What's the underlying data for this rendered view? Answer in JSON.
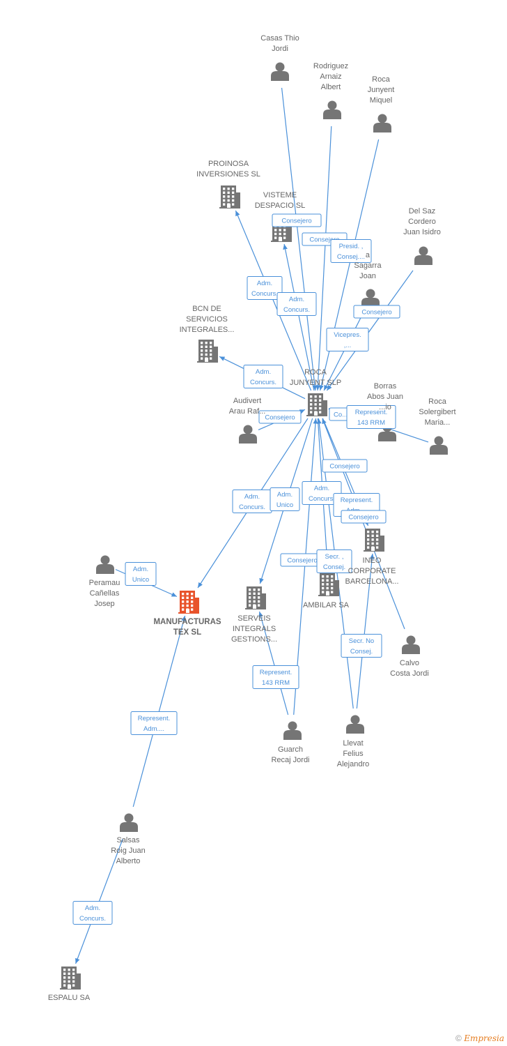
{
  "colors": {
    "edge": "#4a90d9",
    "node": "#757575",
    "main_node": "#e8532b",
    "text": "#666666"
  },
  "nodes": [
    {
      "id": "casas",
      "type": "person",
      "label": [
        "Casas Thio",
        "Jordi"
      ]
    },
    {
      "id": "rodriguez",
      "type": "person",
      "label": [
        "Rodriguez",
        "Arnaiz",
        "Albert"
      ]
    },
    {
      "id": "rocamiquel",
      "type": "person",
      "label": [
        "Roca",
        "Junyent",
        "Miquel"
      ]
    },
    {
      "id": "proinosa",
      "type": "company",
      "label": [
        "PROINOSA",
        "INVERSIONES SL"
      ]
    },
    {
      "id": "visteme",
      "type": "company",
      "label": [
        "VISTEME",
        "DESPACIO SL"
      ]
    },
    {
      "id": "delsaz",
      "type": "person",
      "label": [
        "Del Saz",
        "Cordero",
        "Juan Isidro"
      ]
    },
    {
      "id": "sagarra",
      "type": "person",
      "label": [
        "a",
        "Sagarra",
        "Joan"
      ]
    },
    {
      "id": "bcn",
      "type": "company",
      "label": [
        "BCN DE",
        "SERVICIOS",
        "INTEGRALES..."
      ]
    },
    {
      "id": "rocajunyent",
      "type": "company",
      "label": [
        "ROCA",
        "JUNYENT SLP"
      ]
    },
    {
      "id": "audivert",
      "type": "person",
      "label": [
        "Audivert",
        "Arau Raf..."
      ]
    },
    {
      "id": "borras",
      "type": "person",
      "label": [
        "Borras",
        "Abos Juan",
        "...io"
      ]
    },
    {
      "id": "rocasol",
      "type": "person",
      "label": [
        "Roca",
        "Solergibert",
        "Maria..."
      ]
    },
    {
      "id": "peramau",
      "type": "person",
      "label": [
        "Peramau",
        "Cañellas",
        "Josep"
      ]
    },
    {
      "id": "manufacturas",
      "type": "main",
      "label": [
        "MANUFACTURAS",
        "TEX SL"
      ]
    },
    {
      "id": "serveis",
      "type": "company",
      "label": [
        "SERVEIS",
        "INTEGRALS",
        "GESTIONS..."
      ]
    },
    {
      "id": "ambilar",
      "type": "company",
      "label": [
        "AMBILAR SA"
      ]
    },
    {
      "id": "ineo",
      "type": "company",
      "label": [
        "INEO",
        "CORPORATE",
        "BARCELONA..."
      ]
    },
    {
      "id": "calvo",
      "type": "person",
      "label": [
        "Calvo",
        "Costa Jordi"
      ]
    },
    {
      "id": "guarch",
      "type": "person",
      "label": [
        "Guarch",
        "Recaj Jordi"
      ]
    },
    {
      "id": "llevat",
      "type": "person",
      "label": [
        "Llevat",
        "Felius",
        "Alejandro"
      ]
    },
    {
      "id": "salsas",
      "type": "person",
      "label": [
        "Salsas",
        "Roig Juan",
        "Alberto"
      ]
    },
    {
      "id": "espalu",
      "type": "company",
      "label": [
        "ESPALU SA"
      ]
    }
  ],
  "edges": [
    {
      "from": "casas",
      "to": "rocajunyent"
    },
    {
      "from": "rodriguez",
      "to": "rocajunyent"
    },
    {
      "from": "rocamiquel",
      "to": "rocajunyent"
    },
    {
      "from": "delsaz",
      "to": "rocajunyent"
    },
    {
      "from": "sagarra",
      "to": "rocajunyent"
    },
    {
      "from": "rocajunyent",
      "to": "proinosa"
    },
    {
      "from": "rocajunyent",
      "to": "visteme"
    },
    {
      "from": "rocajunyent",
      "to": "bcn"
    },
    {
      "from": "audivert",
      "to": "rocajunyent"
    },
    {
      "from": "borras",
      "to": "rocajunyent"
    },
    {
      "from": "rocasol",
      "to": "rocajunyent"
    },
    {
      "from": "rocajunyent",
      "to": "manufacturas"
    },
    {
      "from": "rocajunyent",
      "to": "serveis"
    },
    {
      "from": "rocajunyent",
      "to": "ambilar"
    },
    {
      "from": "rocajunyent",
      "to": "ineo"
    },
    {
      "from": "calvo",
      "to": "rocajunyent"
    },
    {
      "from": "guarch",
      "to": "rocajunyent"
    },
    {
      "from": "guarch",
      "to": "serveis"
    },
    {
      "from": "llevat",
      "to": "rocajunyent"
    },
    {
      "from": "llevat",
      "to": "ineo"
    },
    {
      "from": "peramau",
      "to": "manufacturas"
    },
    {
      "from": "salsas",
      "to": "manufacturas"
    },
    {
      "from": "salsas",
      "to": "espalu"
    }
  ],
  "edge_labels": [
    {
      "lines": [
        "Consejero"
      ]
    },
    {
      "lines": [
        "Consejero"
      ]
    },
    {
      "lines": [
        "Presid. ,",
        "Consej...."
      ]
    },
    {
      "lines": [
        "Adm.",
        "Concurs."
      ]
    },
    {
      "lines": [
        "Adm.",
        "Concurs."
      ]
    },
    {
      "lines": [
        "Consejero"
      ]
    },
    {
      "lines": [
        "Vicepres.",
        ",..."
      ]
    },
    {
      "lines": [
        "Adm.",
        "Concurs."
      ]
    },
    {
      "lines": [
        "Consejero"
      ]
    },
    {
      "lines": [
        "Co..."
      ]
    },
    {
      "lines": [
        "Represent.",
        "143 RRM"
      ]
    },
    {
      "lines": [
        "Consejero"
      ]
    },
    {
      "lines": [
        "Adm.",
        "Concurs."
      ]
    },
    {
      "lines": [
        "Adm.",
        "Unico"
      ]
    },
    {
      "lines": [
        "Adm.",
        "Concurs."
      ]
    },
    {
      "lines": [
        "Represent.",
        "Adm...."
      ]
    },
    {
      "lines": [
        "Consejero"
      ]
    },
    {
      "lines": [
        "Consejero"
      ]
    },
    {
      "lines": [
        "Secr. ,",
        "Consej."
      ]
    },
    {
      "lines": [
        "Adm.",
        "Unico"
      ]
    },
    {
      "lines": [
        "Secr. No",
        "Consej."
      ]
    },
    {
      "lines": [
        "Represent.",
        "143 RRM"
      ]
    },
    {
      "lines": [
        "Represent.",
        "Adm...."
      ]
    },
    {
      "lines": [
        "Adm.",
        "Concurs."
      ]
    }
  ],
  "footer": {
    "symbol": "©",
    "brand": "Empresia"
  }
}
